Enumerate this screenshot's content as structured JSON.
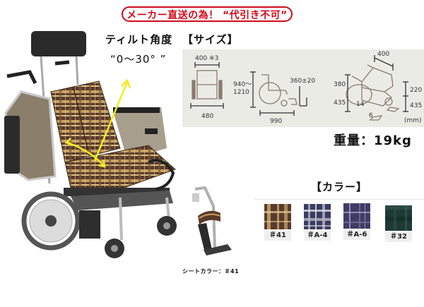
{
  "notice": {
    "text": "メーカー直送の為！ “代引き不可”",
    "color": "#d10a1b"
  },
  "tilt": {
    "title": "ティルト角度",
    "range": "“0〜30°  ”",
    "arrow_color": "#f2ee1c"
  },
  "size": {
    "title": "【サイズ】",
    "unit": "(mm)",
    "front_view": {
      "seat_width": "400 ※3",
      "overall_width": "480"
    },
    "side_view": {
      "height": "940〜\n1210",
      "height_line1": "940〜",
      "height_line2": "1210",
      "length": "990",
      "footrest": "360±20"
    },
    "iso_view": {
      "seat_depth": "400",
      "seat_back_height": "380",
      "armrest_height": "220",
      "seat_height_rear": "435",
      "seat_height_front": "435",
      "rear_wheel": "14",
      "caster": "6"
    }
  },
  "weight": {
    "text": "重量：19kg"
  },
  "colors": {
    "title": "【カラー】",
    "items": [
      {
        "label": "＃41",
        "base": "#5a3a2e",
        "stripe": "#c8a86a",
        "line": "#e2cf96"
      },
      {
        "label": "＃A-4",
        "base": "#3a3d60",
        "stripe": "#b9b6c6",
        "line": "#e8e6ee"
      },
      {
        "label": "＃A-6",
        "base": "#403c64",
        "stripe": "#6e6a98",
        "line": "#a6a2cc"
      },
      {
        "label": "＃32",
        "base": "#1e3a36",
        "stripe": "#2b4a44",
        "line": "#3e5a54"
      }
    ]
  },
  "seat_caption": {
    "text": "シートカラー：＃41"
  }
}
